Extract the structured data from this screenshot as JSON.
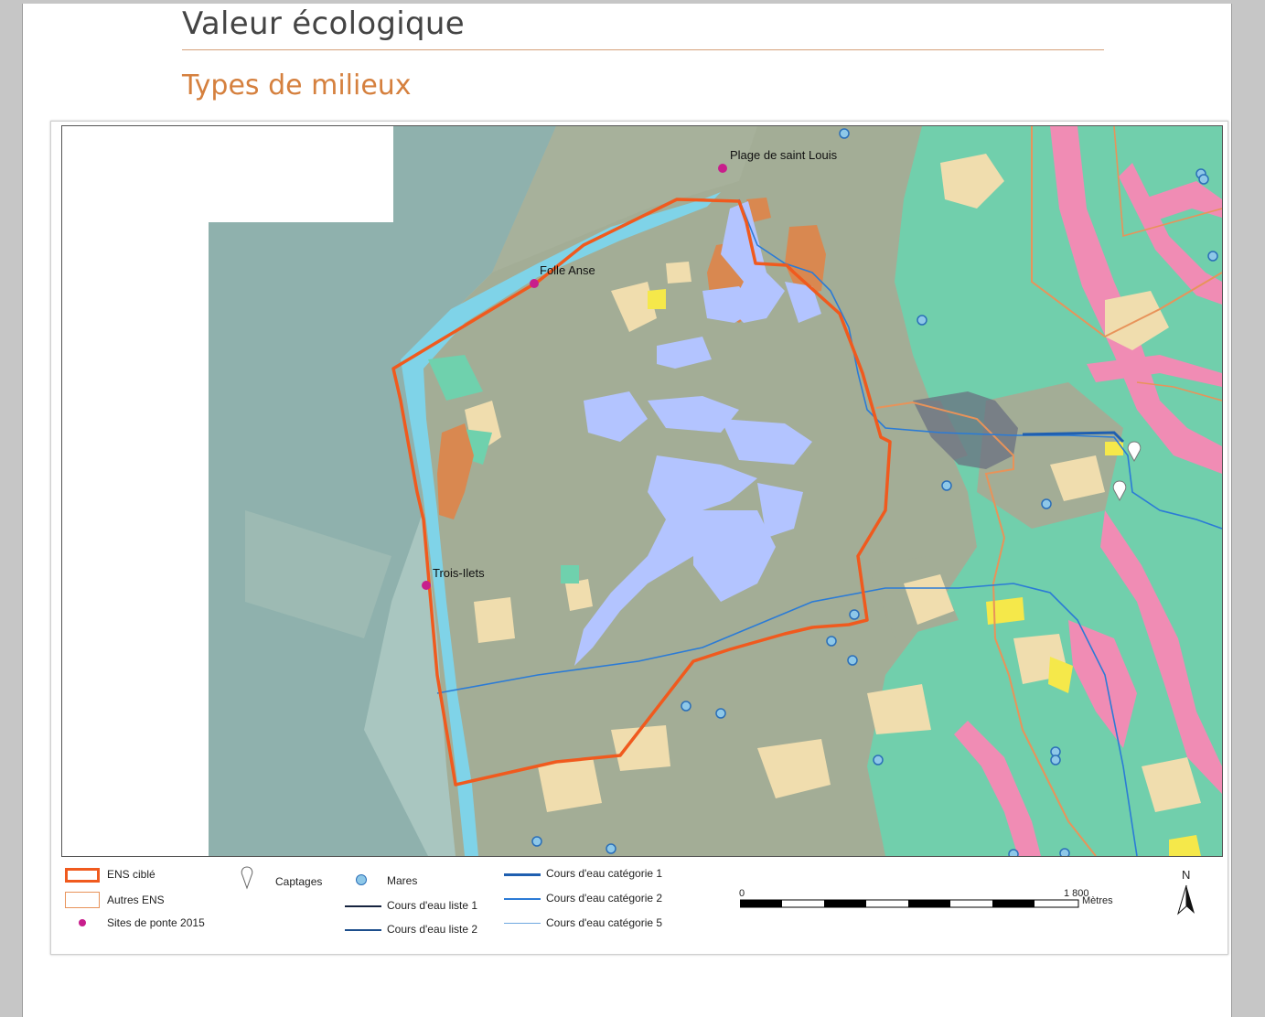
{
  "header": {
    "title": "Valeur écologique",
    "subtitle": "Types de milieux"
  },
  "map": {
    "place_labels": [
      {
        "id": "plage",
        "text": "Plage de saint Louis"
      },
      {
        "id": "folle",
        "text": "Folle Anse"
      },
      {
        "id": "trois",
        "text": "Trois-Ilets"
      }
    ]
  },
  "legend": {
    "ens_cible": "ENS ciblé",
    "autres_ens": "Autres ENS",
    "sites_ponte": "Sites de ponte 2015",
    "captages": "Captages",
    "mares": "Mares",
    "cours_liste_1": "Cours d'eau liste 1",
    "cours_liste_2": "Cours d'eau liste 2",
    "cours_cat_1": "Cours d'eau catégorie 1",
    "cours_cat_2": "Cours d'eau catégorie 2",
    "cours_cat_5": "Cours d'eau catégorie 5"
  },
  "scale": {
    "start": "0",
    "end": "1 800",
    "unit": "Mètres"
  },
  "north": {
    "label": "N"
  },
  "colors": {
    "ens_cible": "#f05a1e",
    "autres_ens": "#e8935a",
    "sites_ponte": "#c81e8c",
    "mares": "#8ec8e8",
    "wetland": "#b3c4ff",
    "forest_green": "#6fd1ad",
    "pink": "#f08cb4",
    "beige": "#f0ddae",
    "orange_zone": "#d98850"
  }
}
